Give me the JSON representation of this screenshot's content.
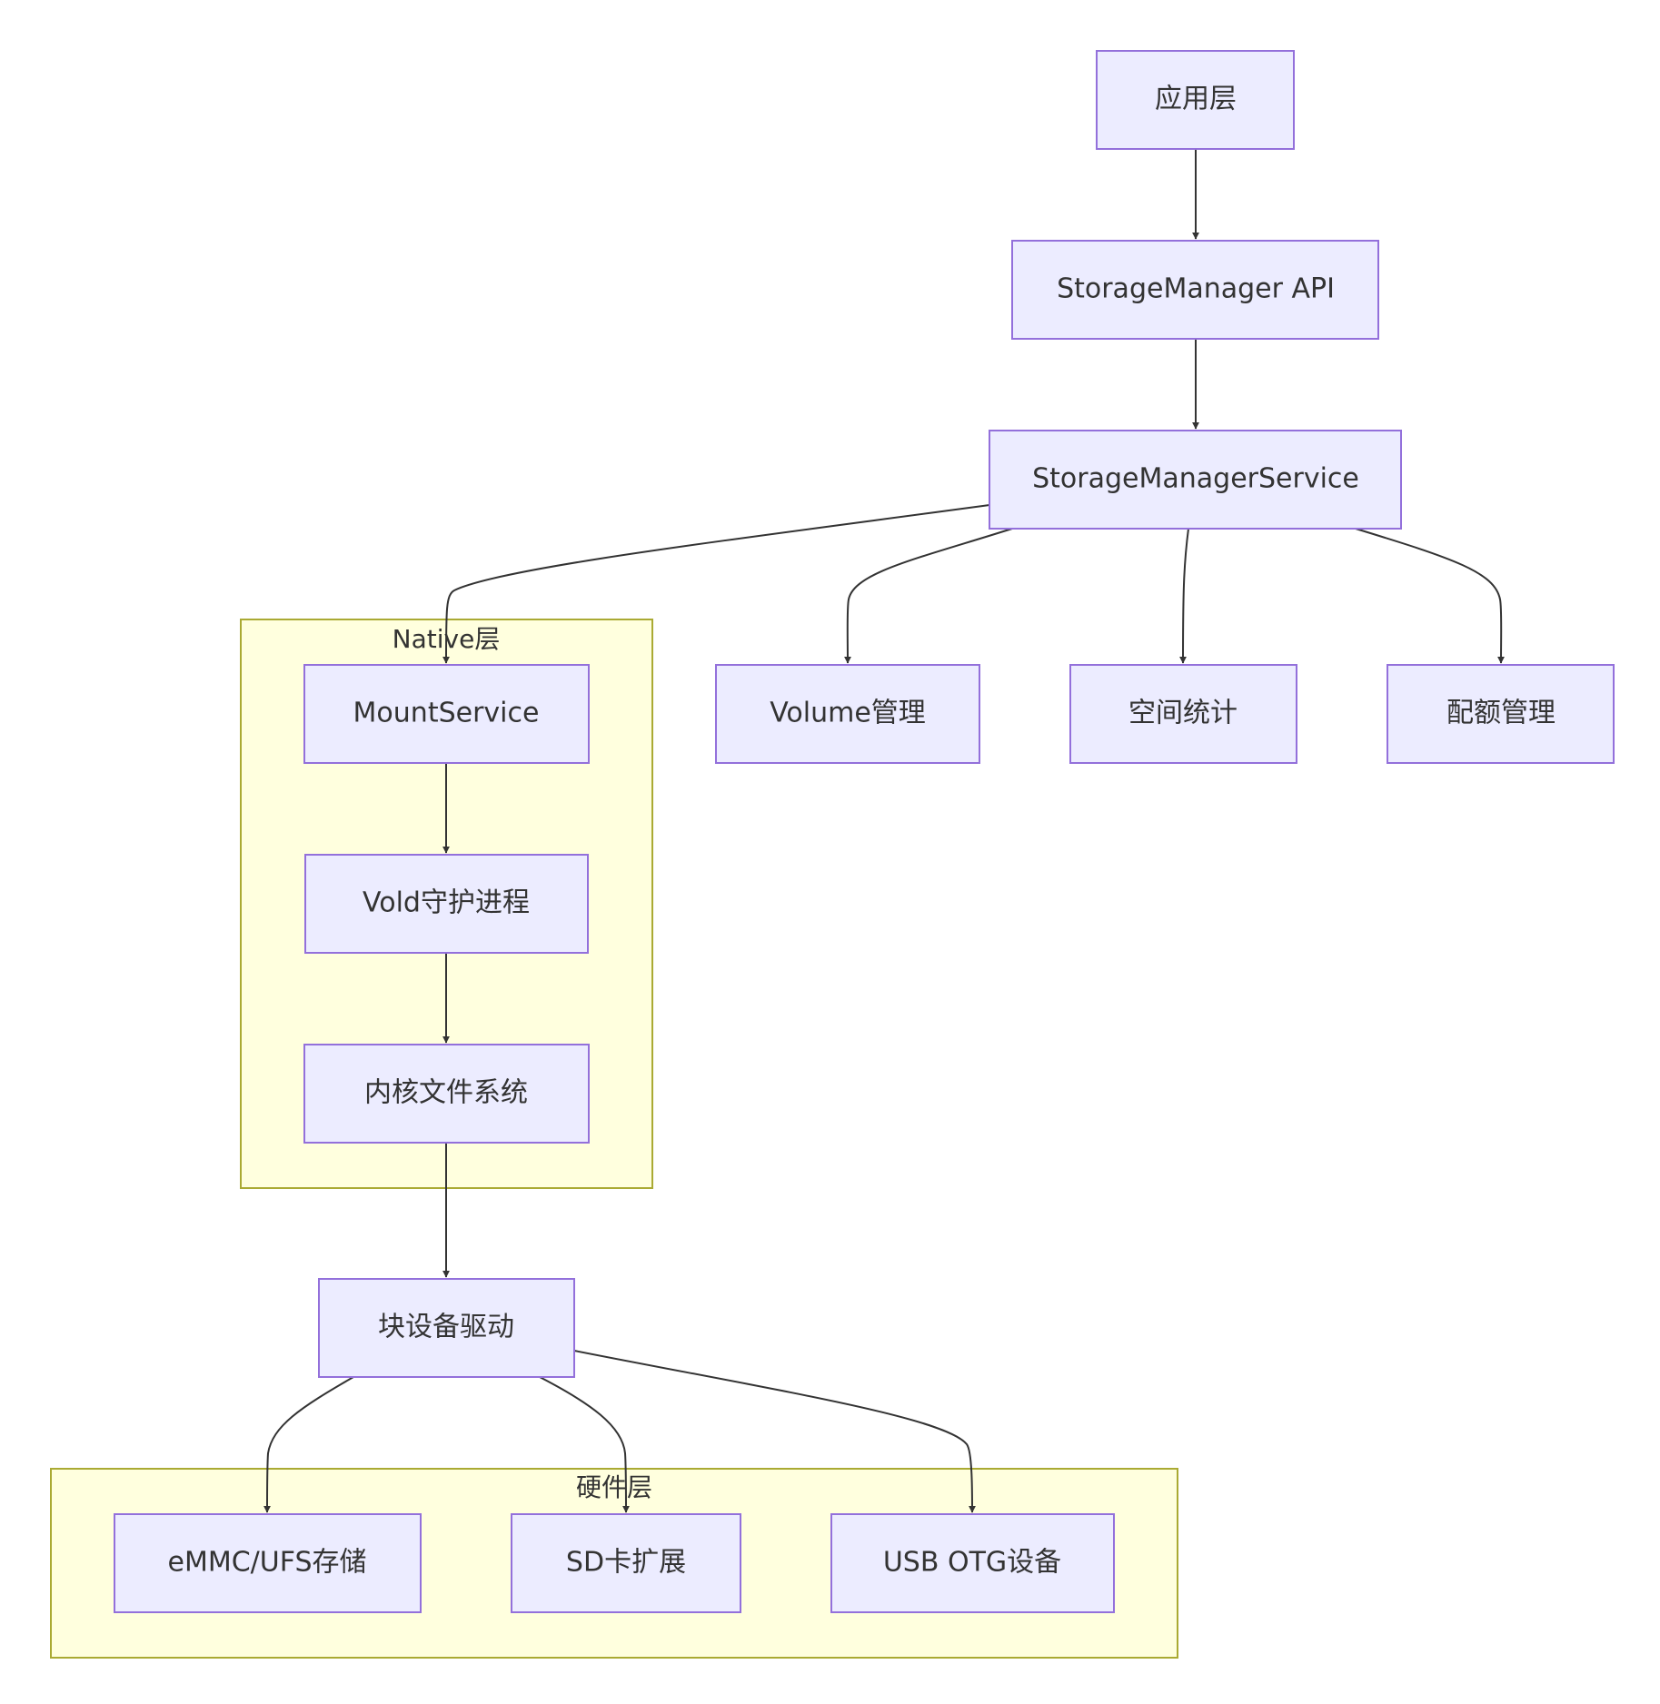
{
  "diagram": {
    "type": "flowchart",
    "colors": {
      "node_fill": "#ececff",
      "node_stroke": "#9370db",
      "cluster_fill": "#ffffde",
      "cluster_stroke": "#aaaa33",
      "edge": "#333333",
      "text": "#333333"
    },
    "clusters": {
      "native": {
        "label": "Native层"
      },
      "hardware": {
        "label": "硬件层"
      }
    },
    "nodes": {
      "app_layer": {
        "label": "应用层"
      },
      "storage_manager_api": {
        "label": "StorageManager API"
      },
      "storage_manager_service": {
        "label": "StorageManagerService"
      },
      "mount_service": {
        "label": "MountService"
      },
      "volume_mgmt": {
        "label": "Volume管理"
      },
      "space_stats": {
        "label": "空间统计"
      },
      "quota_mgmt": {
        "label": "配额管理"
      },
      "vold": {
        "label": "Vold守护进程"
      },
      "kernel_fs": {
        "label": "内核文件系统"
      },
      "block_driver": {
        "label": "块设备驱动"
      },
      "emmc_ufs": {
        "label": "eMMC/UFS存储"
      },
      "sd_card": {
        "label": "SD卡扩展"
      },
      "usb_otg": {
        "label": "USB OTG设备"
      }
    },
    "edges": [
      {
        "from": "app_layer",
        "to": "storage_manager_api"
      },
      {
        "from": "storage_manager_api",
        "to": "storage_manager_service"
      },
      {
        "from": "storage_manager_service",
        "to": "mount_service"
      },
      {
        "from": "storage_manager_service",
        "to": "volume_mgmt"
      },
      {
        "from": "storage_manager_service",
        "to": "space_stats"
      },
      {
        "from": "storage_manager_service",
        "to": "quota_mgmt"
      },
      {
        "from": "mount_service",
        "to": "vold"
      },
      {
        "from": "vold",
        "to": "kernel_fs"
      },
      {
        "from": "kernel_fs",
        "to": "block_driver"
      },
      {
        "from": "block_driver",
        "to": "emmc_ufs"
      },
      {
        "from": "block_driver",
        "to": "sd_card"
      },
      {
        "from": "block_driver",
        "to": "usb_otg"
      }
    ]
  }
}
